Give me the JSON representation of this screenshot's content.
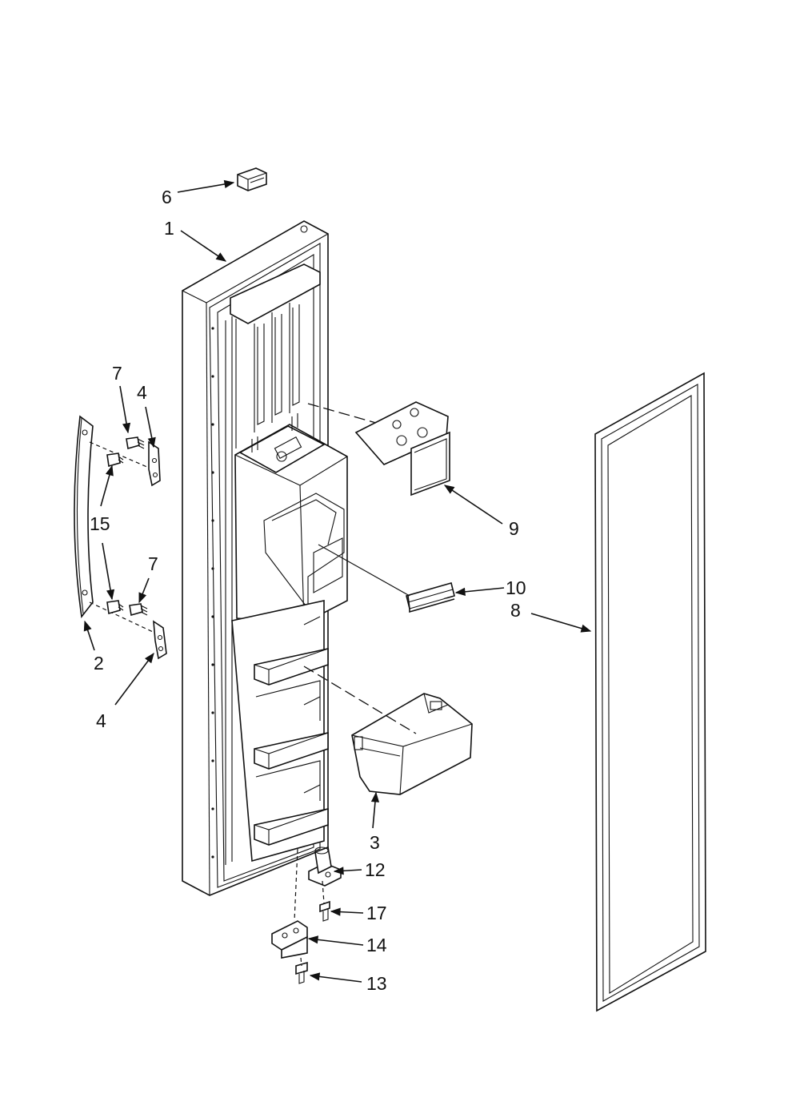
{
  "diagram": {
    "callouts": [
      {
        "id": "c6",
        "label": "6"
      },
      {
        "id": "c1",
        "label": "1"
      },
      {
        "id": "c7a",
        "label": "7"
      },
      {
        "id": "c4a",
        "label": "4"
      },
      {
        "id": "c15",
        "label": "15"
      },
      {
        "id": "c7b",
        "label": "7"
      },
      {
        "id": "c2",
        "label": "2"
      },
      {
        "id": "c4b",
        "label": "4"
      },
      {
        "id": "c9",
        "label": "9"
      },
      {
        "id": "c10",
        "label": "10"
      },
      {
        "id": "c8",
        "label": "8"
      },
      {
        "id": "c3",
        "label": "3"
      },
      {
        "id": "c12",
        "label": "12"
      },
      {
        "id": "c17",
        "label": "17"
      },
      {
        "id": "c14",
        "label": "14"
      },
      {
        "id": "c13",
        "label": "13"
      }
    ],
    "parts": [
      {
        "ref": "1",
        "shape": "door-panel"
      },
      {
        "ref": "2",
        "shape": "handle"
      },
      {
        "ref": "3",
        "shape": "door-bin"
      },
      {
        "ref": "4",
        "shape": "handle-bracket"
      },
      {
        "ref": "6",
        "shape": "switch-block"
      },
      {
        "ref": "7",
        "shape": "screw"
      },
      {
        "ref": "8",
        "shape": "door-gasket"
      },
      {
        "ref": "9",
        "shape": "dispenser-plate"
      },
      {
        "ref": "10",
        "shape": "drip-tray"
      },
      {
        "ref": "12",
        "shape": "hinge-pin"
      },
      {
        "ref": "13",
        "shape": "screw"
      },
      {
        "ref": "14",
        "shape": "hinge-bracket"
      },
      {
        "ref": "15",
        "shape": "screw"
      },
      {
        "ref": "17",
        "shape": "screw"
      }
    ]
  }
}
